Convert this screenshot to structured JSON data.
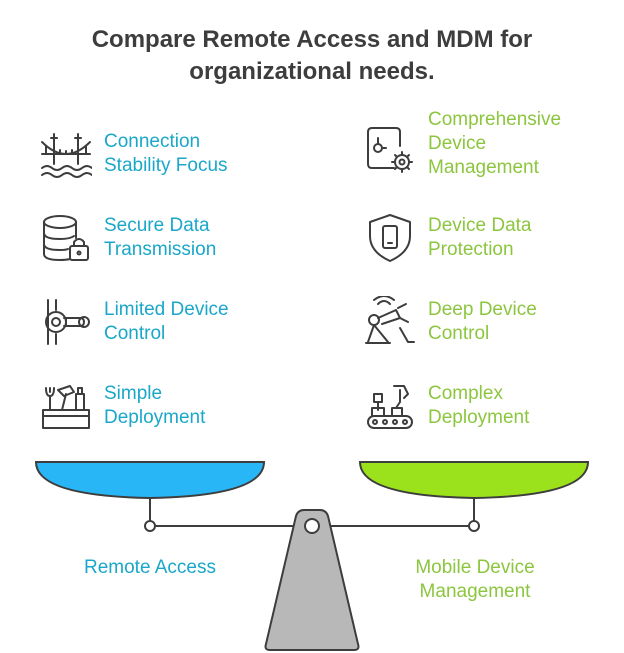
{
  "title": {
    "line1": "Compare Remote Access and MDM for",
    "line2": "organizational needs."
  },
  "left_side": {
    "label": "Remote Access",
    "color": "#1aa7c9",
    "items": [
      {
        "lines": [
          "Connection",
          "Stability Focus"
        ],
        "icon": "bridge-icon"
      },
      {
        "lines": [
          "Secure Data",
          "Transmission"
        ],
        "icon": "database-lock-icon"
      },
      {
        "lines": [
          "Limited Device",
          "Control"
        ],
        "icon": "valve-icon"
      },
      {
        "lines": [
          "Simple",
          "Deployment"
        ],
        "icon": "toolbox-icon"
      }
    ]
  },
  "right_side": {
    "label_lines": [
      "Mobile Device",
      "Management"
    ],
    "color": "#8cc63f",
    "items": [
      {
        "lines": [
          "Comprehensive",
          "Device",
          "Management"
        ],
        "icon": "device-gear-icon"
      },
      {
        "lines": [
          "Device Data",
          "Protection"
        ],
        "icon": "shield-phone-icon"
      },
      {
        "lines": [
          "Deep Device",
          "Control"
        ],
        "icon": "robot-arm-icon"
      },
      {
        "lines": [
          "Complex",
          "Deployment"
        ],
        "icon": "conveyor-icon"
      }
    ]
  },
  "colors": {
    "left_pan": "#29b6f6",
    "right_pan": "#9be21c",
    "fulcrum": "#b8b8b8",
    "outline": "#3d3d3d"
  }
}
